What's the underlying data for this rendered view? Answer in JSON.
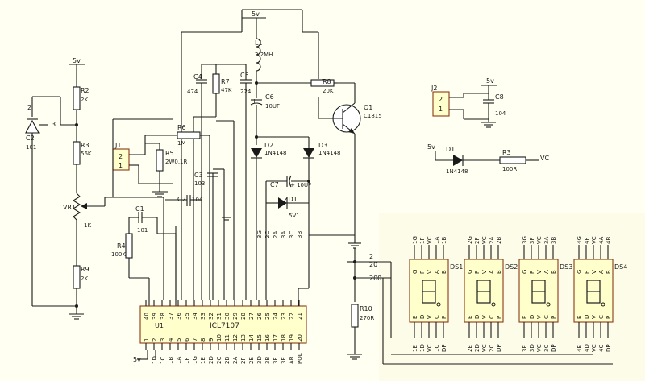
{
  "labels": {
    "top_5v": "5v",
    "left_5v": "5v",
    "u1_5v": "5v",
    "j2_5v": "5v",
    "d1_5v": "5v",
    "vc": "VC",
    "net_2": "2",
    "net_20": "20",
    "net_200": "200"
  },
  "parts": {
    "L1": {
      "ref": "L1",
      "value": "2.2MH"
    },
    "C4": {
      "ref": "C4",
      "value": "474"
    },
    "R7": {
      "ref": "R7",
      "value": "47K"
    },
    "C5": {
      "ref": "C5",
      "value": "224"
    },
    "C6": {
      "ref": "C6",
      "value": "10UF"
    },
    "R8": {
      "ref": "R8",
      "value": "20K"
    },
    "Q1": {
      "ref": "Q1",
      "value": "C1815"
    },
    "D2": {
      "ref": "D2",
      "value": "1N4148"
    },
    "D3": {
      "ref": "D3",
      "value": "1N4148"
    },
    "C7": {
      "ref": "C7",
      "value": "+ 10UF"
    },
    "ZD1": {
      "ref": "ZD1",
      "value": "5V1"
    },
    "J1": {
      "ref": "J1",
      "pin_top": "2",
      "pin_bottom": "1"
    },
    "R6": {
      "ref": "R6",
      "value": "1M"
    },
    "R5": {
      "ref": "R5",
      "value": "2W0.1R"
    },
    "C3": {
      "ref": "C3",
      "value": "103"
    },
    "C2": {
      "ref": "C2",
      "value": "104"
    },
    "C1": {
      "ref": "C1",
      "value": "101"
    },
    "R4": {
      "ref": "R4",
      "value": "100K"
    },
    "R2": {
      "ref": "R2",
      "value": "2K"
    },
    "R3": {
      "ref": "R3",
      "value": "56K"
    },
    "VR1": {
      "ref": "VR1",
      "value": "1K"
    },
    "R9": {
      "ref": "R9",
      "value": "2K"
    },
    "C2_trim": {
      "ref": "C2",
      "value": "101",
      "pin_top": "2",
      "pin_side": "3"
    },
    "U1": {
      "ref": "U1",
      "value": "ICL7107"
    },
    "R10": {
      "ref": "R10",
      "value": "270R"
    },
    "J2": {
      "ref": "J2",
      "pin_top": "2",
      "pin_bottom": "1"
    },
    "C8": {
      "ref": "C8",
      "value": "104"
    },
    "D1": {
      "ref": "D1",
      "value": "1N4148"
    },
    "R3_vc": {
      "ref": "R3",
      "value": "100R"
    }
  },
  "u1": {
    "top_pins": [
      "40",
      "39",
      "38",
      "37",
      "36",
      "35",
      "34",
      "33",
      "32",
      "31",
      "30",
      "29",
      "28",
      "27",
      "26",
      "25",
      "24",
      "23",
      "22",
      "21"
    ],
    "bottom_pins": [
      "1",
      "2",
      "3",
      "4",
      "5",
      "6",
      "7",
      "8",
      "9",
      "10",
      "11",
      "12",
      "13",
      "14",
      "15",
      "16",
      "17",
      "18",
      "19",
      "20"
    ],
    "bottom_labels": [
      "",
      "1D",
      "1C",
      "1B",
      "1A",
      "1F",
      "1G",
      "1E",
      "2D",
      "2C",
      "2B",
      "2A",
      "2F",
      "2E",
      "3D",
      "3B",
      "3F",
      "3E",
      "AB",
      "POL"
    ],
    "top_labels": [
      "",
      "",
      "",
      "",
      "",
      "",
      "",
      "",
      "",
      "",
      "",
      "",
      "",
      "",
      "3G",
      "2C",
      "2A",
      "3A",
      "3C",
      "3B"
    ]
  },
  "displays": [
    {
      "ref": "DS1",
      "top_pins": [
        "1G",
        "1F",
        "VC",
        "1A",
        "1B"
      ],
      "bottom_pins": [
        "1E",
        "1D",
        "VC",
        "1C",
        "DP"
      ],
      "left_letters": [
        "G",
        "F",
        "E",
        "D"
      ],
      "right_letters": [
        "V",
        "A",
        "B",
        "C",
        "P",
        "O"
      ]
    },
    {
      "ref": "DS2",
      "top_pins": [
        "2G",
        "2F",
        "VC",
        "2A",
        "2B"
      ],
      "bottom_pins": [
        "2E",
        "2D",
        "VC",
        "2C",
        "DP"
      ],
      "left_letters": [
        "G",
        "F",
        "E",
        "D"
      ],
      "right_letters": [
        "V",
        "A",
        "B",
        "C",
        "P",
        "O"
      ]
    },
    {
      "ref": "DS3",
      "top_pins": [
        "3G",
        "3F",
        "VC",
        "3A",
        "3B"
      ],
      "bottom_pins": [
        "3E",
        "3D",
        "VC",
        "3C",
        "DP"
      ],
      "left_letters": [
        "G",
        "F",
        "E",
        "D"
      ],
      "right_letters": [
        "V",
        "A",
        "B",
        "C",
        "P",
        "O"
      ]
    },
    {
      "ref": "DS4",
      "top_pins": [
        "4G",
        "4F",
        "VC",
        "4A",
        "4B"
      ],
      "bottom_pins": [
        "4E",
        "4D",
        "VC",
        "4C",
        "DP"
      ],
      "left_letters": [
        "G",
        "F",
        "E",
        "D"
      ],
      "right_letters": [
        "V",
        "A",
        "B",
        "C",
        "P",
        "O"
      ]
    }
  ]
}
